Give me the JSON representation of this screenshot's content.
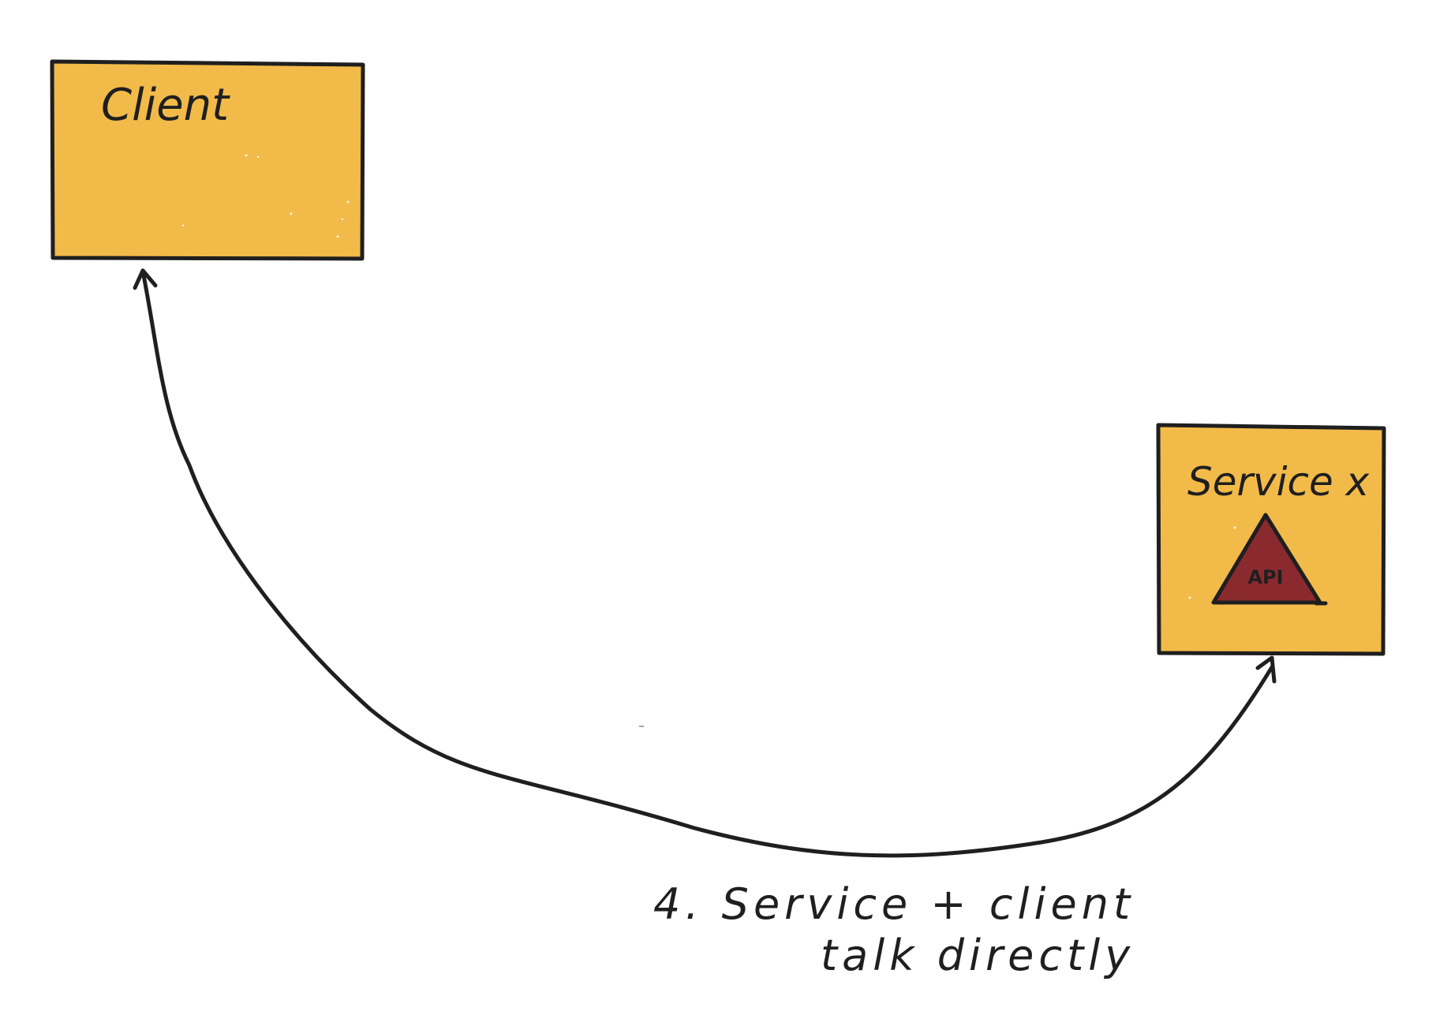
{
  "nodes": {
    "client": {
      "label": "Client"
    },
    "service": {
      "label": "Service x"
    },
    "api": {
      "label": "API"
    }
  },
  "edge": {
    "annotation_line1": "4. Service + client",
    "annotation_line2": "talk directly"
  },
  "colors": {
    "box_fill": "#F2BA49",
    "box_stroke": "#1f1f1f",
    "api_fill": "#8B2A2E",
    "line": "#1f1f1f",
    "background": "#ffffff"
  }
}
